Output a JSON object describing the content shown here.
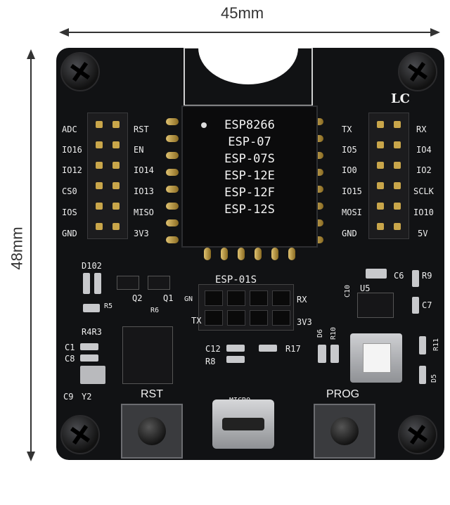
{
  "dimensions": {
    "width_label": "45mm",
    "height_label": "48mm"
  },
  "chip": {
    "lines": [
      "ESP8266",
      "ESP-07",
      "ESP-07S",
      "ESP-12E",
      "ESP-12F",
      "ESP-12S"
    ]
  },
  "left_header": {
    "outer": [
      "ADC",
      "IO16",
      "IO12",
      "CS0",
      "IOS",
      "GND"
    ],
    "inner": [
      "RST",
      "EN",
      "IO14",
      "IO13",
      "MISO",
      "3V3"
    ]
  },
  "right_header": {
    "inner": [
      "TX",
      "IO5",
      "IO0",
      "IO15",
      "MOSI",
      "GND"
    ],
    "outer": [
      "RX",
      "IO4",
      "IO2",
      "SCLK",
      "IO10",
      "5V"
    ]
  },
  "logo": "LC",
  "esp01": {
    "label": "ESP-01S",
    "rx": "RX",
    "tx": "TX",
    "v33": "3V3",
    "gnd": "GN"
  },
  "components": {
    "d102": "D102",
    "r5": "R5",
    "r6": "R6",
    "q2": "Q2",
    "q1": "Q1",
    "r4r3": "R4R3",
    "c1": "C1",
    "c8": "C8",
    "c9": "C9",
    "y2": "Y2",
    "c12": "C12",
    "r8": "R8",
    "r17": "R17",
    "d6": "D6",
    "r10": "R10",
    "c6": "C6",
    "r9": "R9",
    "c10": "C10",
    "u5": "U5",
    "c7": "C7",
    "r11": "R11",
    "d5": "D5",
    "micro": "MICRO"
  },
  "buttons": {
    "rst": "RST",
    "prog": "PROG"
  }
}
